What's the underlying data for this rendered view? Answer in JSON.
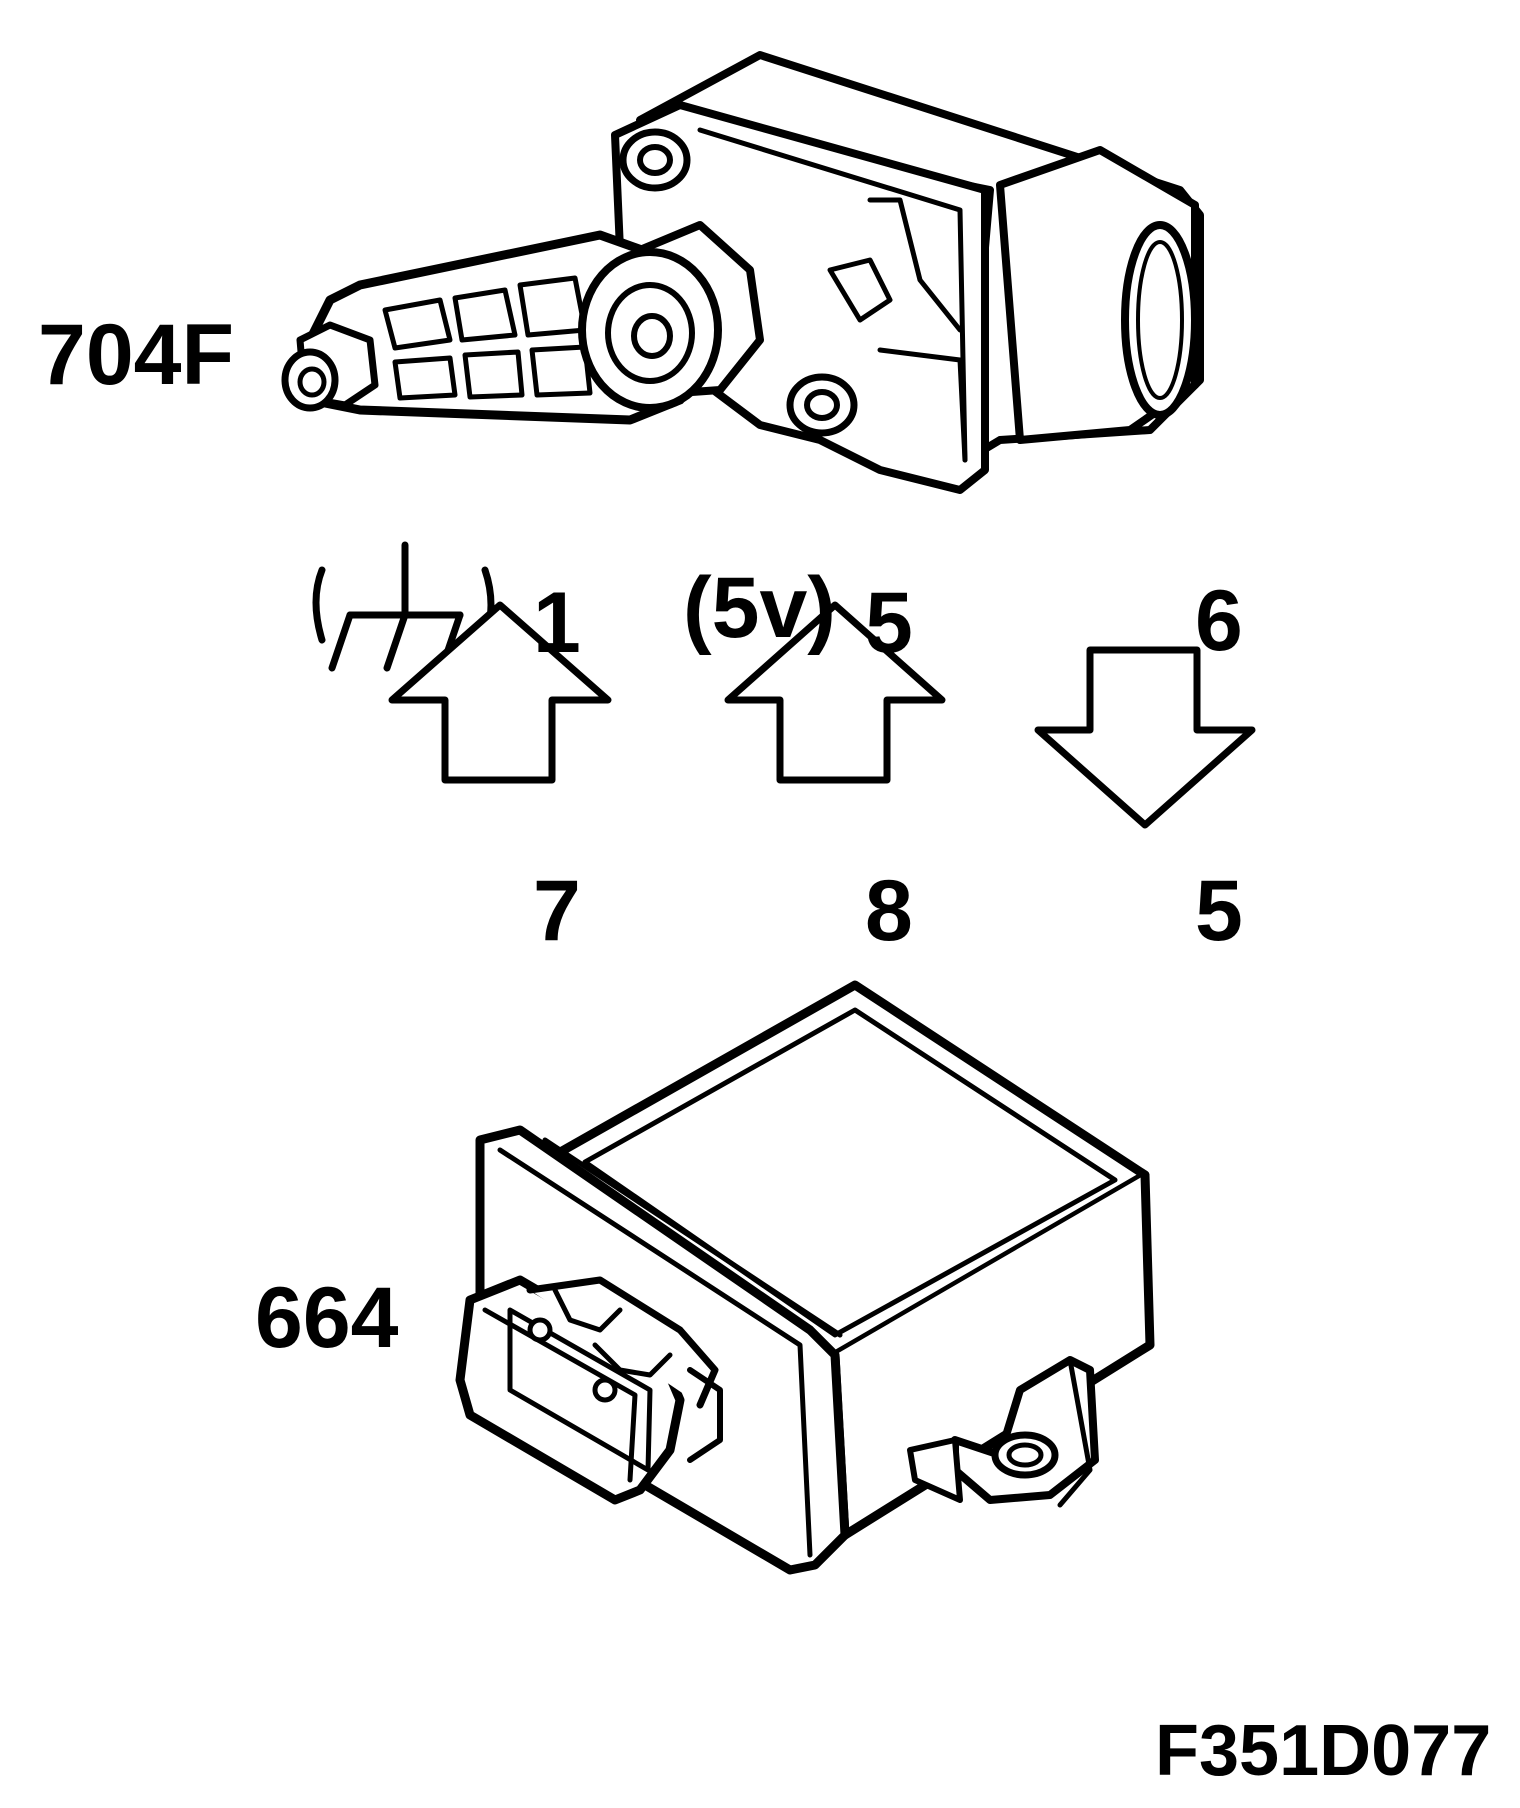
{
  "components": {
    "sensor": {
      "id": "704F"
    },
    "module": {
      "id": "664"
    }
  },
  "connections": [
    {
      "sensor_pin": "1",
      "module_pin": "7",
      "direction": "to-sensor",
      "annotation": "ground-symbol"
    },
    {
      "sensor_pin": "5",
      "module_pin": "8",
      "direction": "to-sensor",
      "annotation": "(5v)"
    },
    {
      "sensor_pin": "6",
      "module_pin": "5",
      "direction": "to-module",
      "annotation": ""
    }
  ],
  "figure_ref": "F351D077"
}
